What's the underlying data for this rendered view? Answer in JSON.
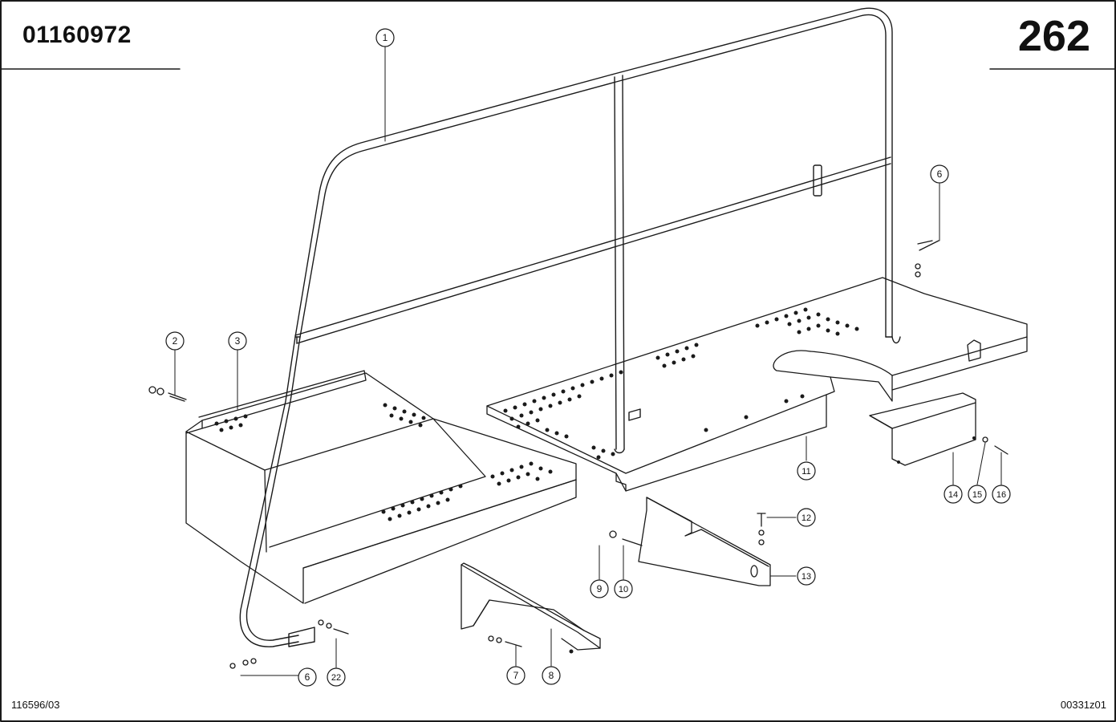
{
  "header": {
    "doc_number": "01160972",
    "page_number": "262"
  },
  "footer": {
    "left_code": "116596/03",
    "right_code": "00331z01"
  },
  "callouts": [
    "1",
    "2",
    "3",
    "6",
    "6",
    "7",
    "8",
    "9",
    "10",
    "11",
    "12",
    "13",
    "14",
    "15",
    "16",
    "22"
  ],
  "colors": {
    "ink": "#1a1a1a",
    "paper": "#ffffff"
  }
}
